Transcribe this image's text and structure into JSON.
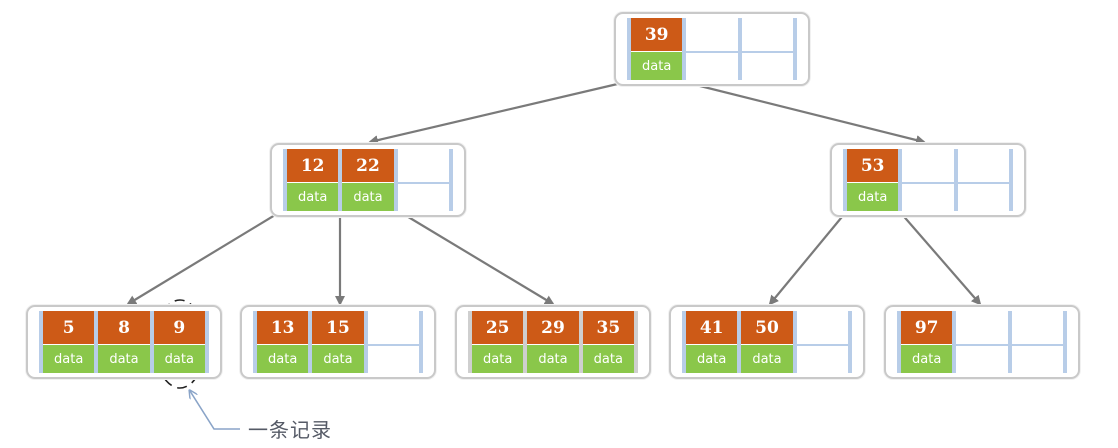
{
  "tree": {
    "nodes": [
      {
        "id": "root",
        "keys": [
          {
            "key": "39",
            "value": "data"
          }
        ],
        "slots": 3,
        "style": "blue"
      },
      {
        "id": "inner-left",
        "keys": [
          {
            "key": "12",
            "value": "data"
          },
          {
            "key": "22",
            "value": "data"
          }
        ],
        "slots": 3,
        "style": "blue"
      },
      {
        "id": "inner-right",
        "keys": [
          {
            "key": "53",
            "value": "data"
          }
        ],
        "slots": 3,
        "style": "blue"
      },
      {
        "id": "leaf-1",
        "keys": [
          {
            "key": "5",
            "value": "data"
          },
          {
            "key": "8",
            "value": "data"
          },
          {
            "key": "9",
            "value": "data"
          }
        ],
        "slots": 3,
        "style": "blue"
      },
      {
        "id": "leaf-2",
        "keys": [
          {
            "key": "13",
            "value": "data"
          },
          {
            "key": "15",
            "value": "data"
          }
        ],
        "slots": 3,
        "style": "blue"
      },
      {
        "id": "leaf-3",
        "keys": [
          {
            "key": "25",
            "value": "data"
          },
          {
            "key": "29",
            "value": "data"
          },
          {
            "key": "35",
            "value": "data"
          }
        ],
        "slots": 3,
        "style": "gray"
      },
      {
        "id": "leaf-4",
        "keys": [
          {
            "key": "41",
            "value": "data"
          },
          {
            "key": "50",
            "value": "data"
          }
        ],
        "slots": 3,
        "style": "blue"
      },
      {
        "id": "leaf-5",
        "keys": [
          {
            "key": "97",
            "value": "data"
          }
        ],
        "slots": 3,
        "style": "blue"
      }
    ],
    "edges": [
      {
        "from": "root",
        "to": "inner-left"
      },
      {
        "from": "root",
        "to": "inner-right"
      },
      {
        "from": "inner-left",
        "to": "leaf-1"
      },
      {
        "from": "inner-left",
        "to": "leaf-2"
      },
      {
        "from": "inner-left",
        "to": "leaf-3"
      },
      {
        "from": "inner-right",
        "to": "leaf-4"
      },
      {
        "from": "inner-right",
        "to": "leaf-5"
      }
    ]
  },
  "annotation": {
    "text": "一条记录",
    "target_node": "leaf-1",
    "target_slot": 2
  },
  "colors": {
    "key_fill": "#cd5a17",
    "data_fill": "#8ac74a",
    "node_inner_blue": "#b8cde8",
    "node_inner_gray": "#cfcfcf",
    "edge": "#7a7a7a",
    "annotation_line": "#8aa4c8"
  }
}
